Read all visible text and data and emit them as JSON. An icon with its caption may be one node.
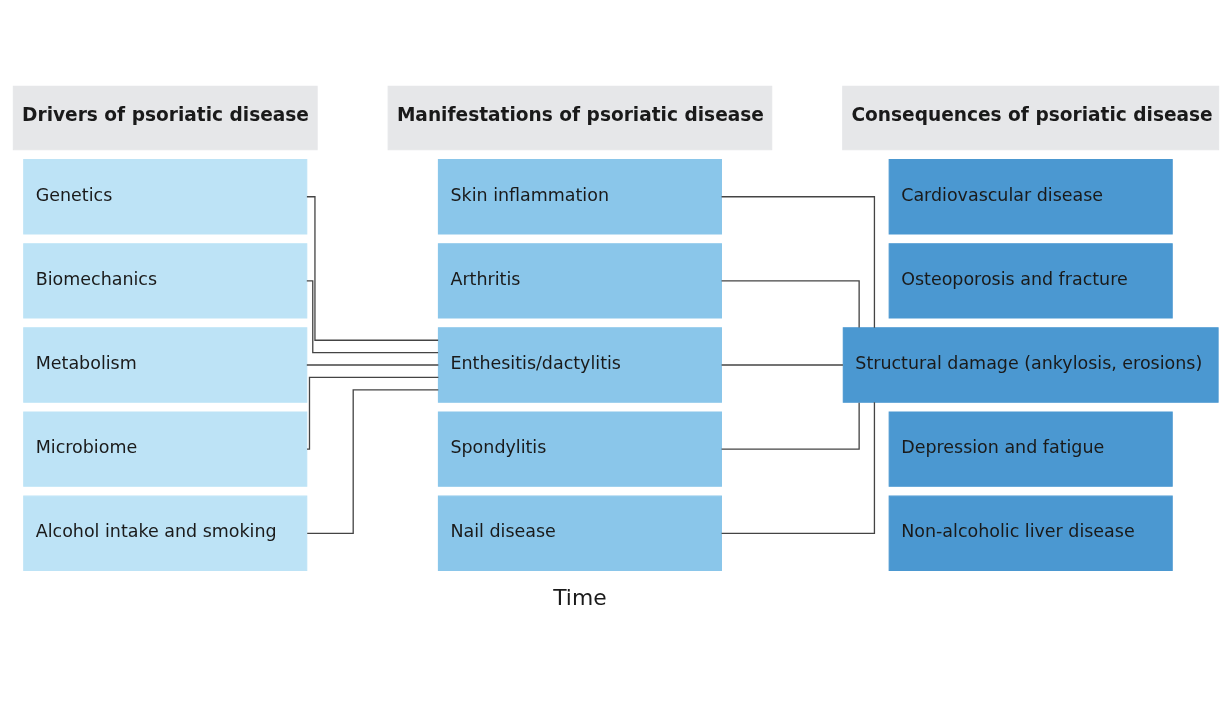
{
  "diagram": {
    "nodes": [
      {
        "text": [
          "Drivers of psoriatic disease"
        ]
      },
      {
        "text": [
          "Genetics"
        ]
      },
      {
        "text": [
          "Biomechanics"
        ]
      },
      {
        "text": [
          "Metabolism"
        ]
      },
      {
        "text": [
          "Microbiome"
        ]
      },
      {
        "text": [
          "Alcohol intake and smoking"
        ]
      },
      {
        "text": [
          "Manifestations of psoriatic disease"
        ]
      },
      {
        "text": [
          "Skin inflammation"
        ]
      },
      {
        "text": [
          "Arthritis"
        ]
      },
      {
        "text": [
          "Enthesitis/dactylitis"
        ]
      },
      {
        "text": [
          "Spondylitis"
        ]
      },
      {
        "text": [
          "Nail disease"
        ]
      },
      {
        "text": [
          "Consequences of psoriatic disease"
        ]
      },
      {
        "text": [
          "Cardiovascular disease"
        ]
      },
      {
        "text": [
          "Osteoporosis and fracture"
        ]
      },
      {
        "text": [
          "Structural damage (ankylosis, erosions)"
        ]
      },
      {
        "text": [
          "Depression and fatigue"
        ]
      },
      {
        "text": [
          "Non-alcoholic liver disease"
        ]
      }
    ],
    "edges": [
      {
        "from": 1,
        "to": 9,
        "arrow": "none"
      },
      {
        "from": 2,
        "to": 9,
        "arrow": "none"
      },
      {
        "from": 3,
        "to": 9,
        "arrow": "none"
      },
      {
        "from": 4,
        "to": 9,
        "arrow": "none"
      },
      {
        "from": 5,
        "to": 9,
        "arrow": "none"
      },
      {
        "from": 7,
        "to": 15,
        "arrow": "none"
      },
      {
        "from": 8,
        "to": 15,
        "arrow": "none"
      },
      {
        "from": 9,
        "to": 15,
        "arrow": "none"
      },
      {
        "from": 10,
        "to": 15,
        "arrow": "none"
      },
      {
        "from": 11,
        "to": 15,
        "arrow": "none"
      }
    ],
    "labels": [
      "Time"
    ]
  }
}
